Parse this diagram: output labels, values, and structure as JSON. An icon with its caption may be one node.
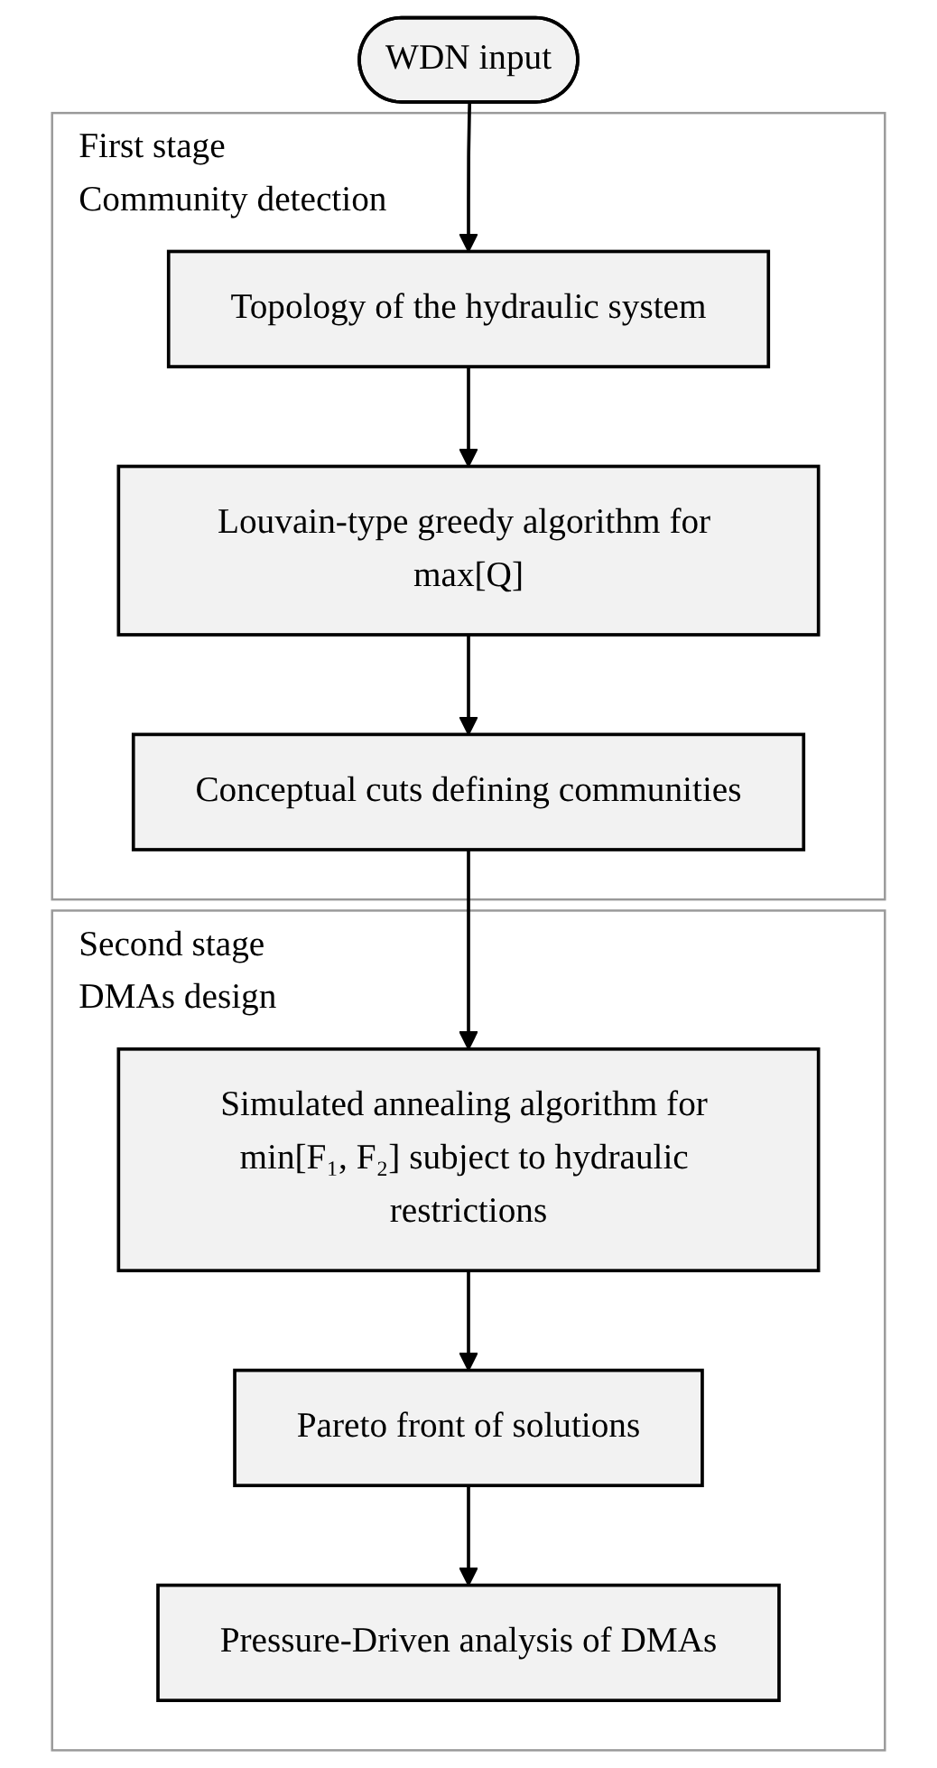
{
  "diagram": {
    "nodes": [
      {
        "text": [
          "WDN input"
        ]
      },
      {
        "text": [
          "First stage",
          "Community detection"
        ]
      },
      {
        "text": [
          "Topology of the hydraulic system"
        ],
        "in": 1
      },
      {
        "text": [
          "Louvain-type greedy algorithm for max[Q]"
        ],
        "in": 1
      },
      {
        "text": [
          "Conceptual cuts defining communities"
        ],
        "in": 1
      },
      {
        "text": [
          "Second stage",
          "DMAs design"
        ]
      },
      {
        "text": [
          "Simulated annealing algorithm for min[F₁, F₂] subject to hydraulic restrictions"
        ],
        "in": 5
      },
      {
        "text": [
          "Pareto front of solutions"
        ],
        "in": 5
      },
      {
        "text": [
          "Pressure-Driven analysis of DMAs"
        ],
        "in": 5
      }
    ],
    "edges": [
      {
        "from": 0,
        "to": 2,
        "arrow": "to"
      },
      {
        "from": 2,
        "to": 3,
        "arrow": "to"
      },
      {
        "from": 3,
        "to": 4,
        "arrow": "to"
      },
      {
        "from": 4,
        "to": 6,
        "arrow": "to"
      },
      {
        "from": 6,
        "to": 7,
        "arrow": "to"
      },
      {
        "from": 7,
        "to": 8,
        "arrow": "to"
      }
    ]
  }
}
